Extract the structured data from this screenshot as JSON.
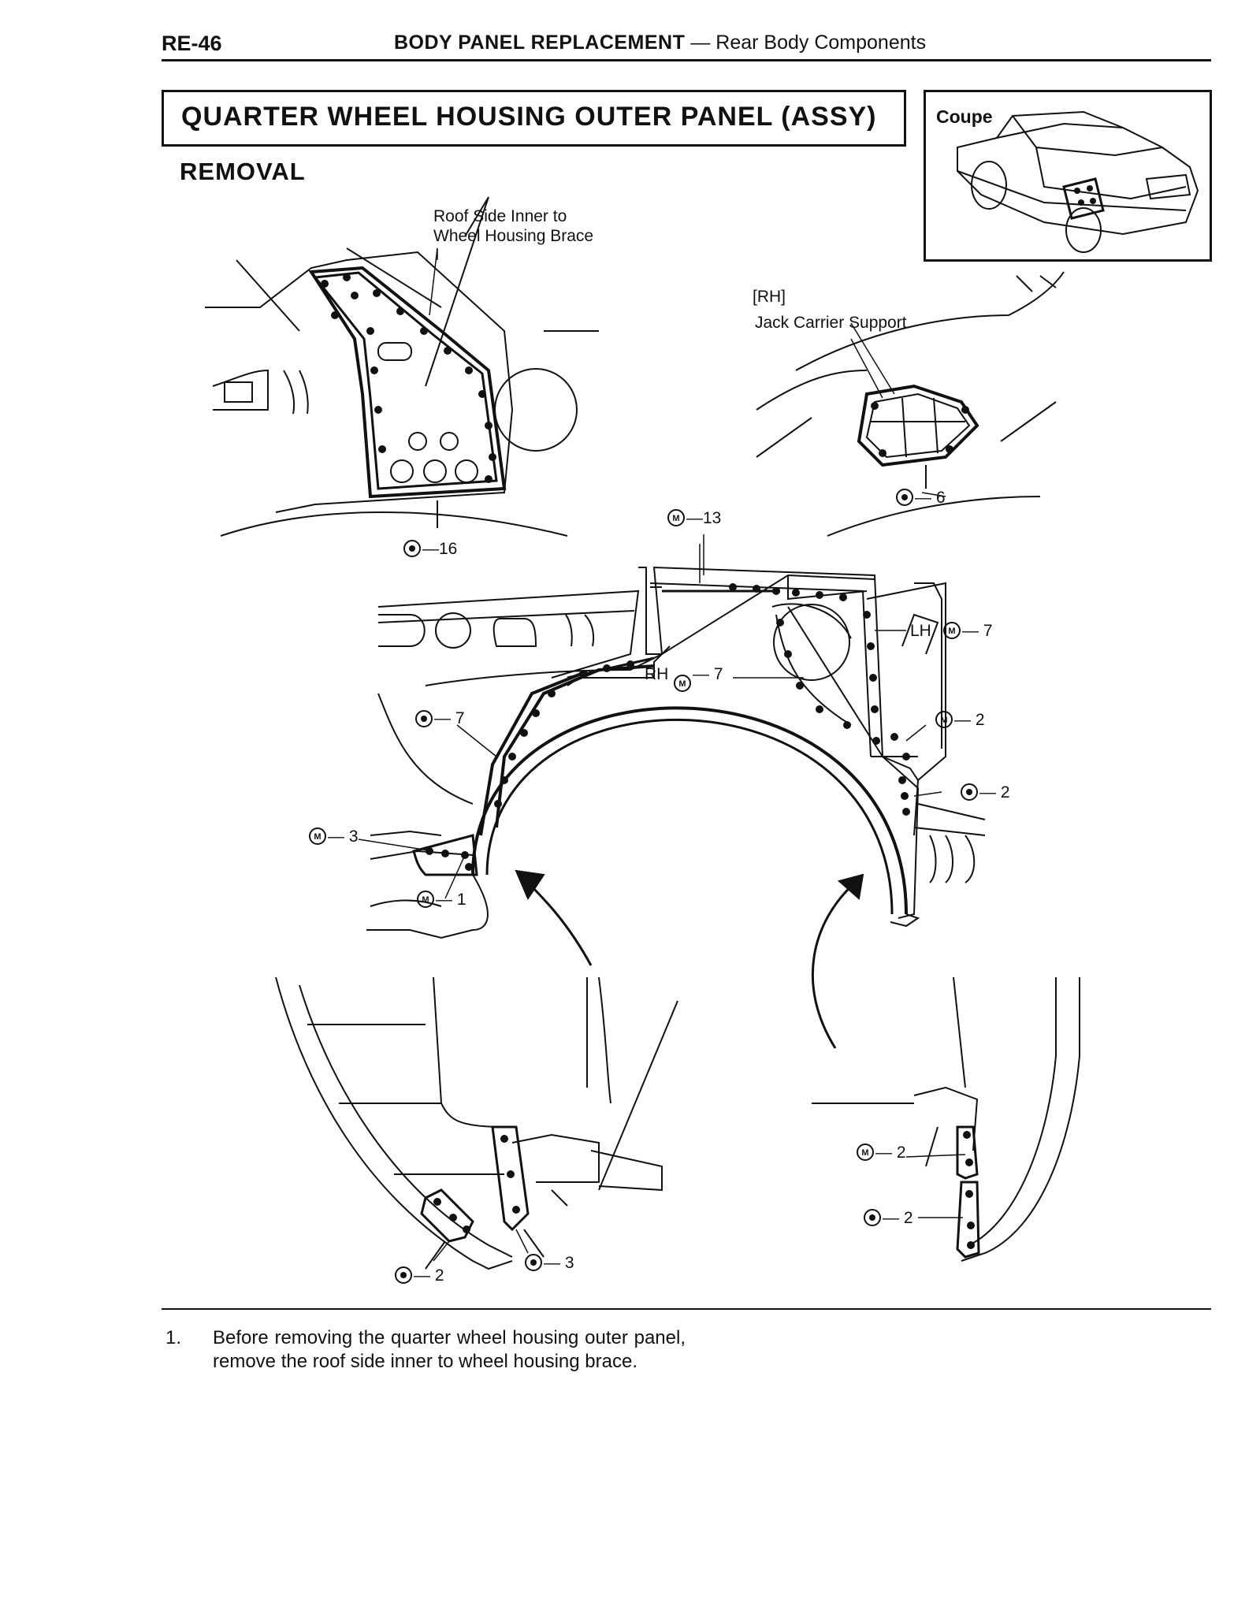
{
  "header": {
    "page_id": "RE-46",
    "section_bold": "BODY PANEL REPLACEMENT",
    "section_rest": " — Rear Body Components"
  },
  "title": "QUARTER WHEEL HOUSING OUTER PANEL (ASSY)",
  "subtitle": "REMOVAL",
  "inset": {
    "label": "Coupe"
  },
  "callouts": {
    "brace_line1": "Roof Side Inner to",
    "brace_line2": "Wheel Housing Brace",
    "rh": "[RH]",
    "jack": "Jack Carrier Support",
    "o16": "—16",
    "o6": "— 6",
    "m13": "—13",
    "lh_m7_prefix": "LH",
    "lh_m7_suffix": "— 7",
    "rh_m7_prefix": "RH",
    "rh_m7_suffix": "— 7",
    "o7": "— 7",
    "m2": "— 2",
    "o2_right": "— 2",
    "m3": "— 3",
    "m1": "— 1",
    "m2_lower": "— 2",
    "o2_lower": "— 2",
    "o2_bottom": "— 2",
    "o3_bottom": "— 3",
    "symbol_o": "O",
    "symbol_m": "M"
  },
  "step": {
    "number": "1.",
    "text": "Before removing the quarter wheel housing outer panel, remove the roof side inner to wheel housing brace."
  }
}
